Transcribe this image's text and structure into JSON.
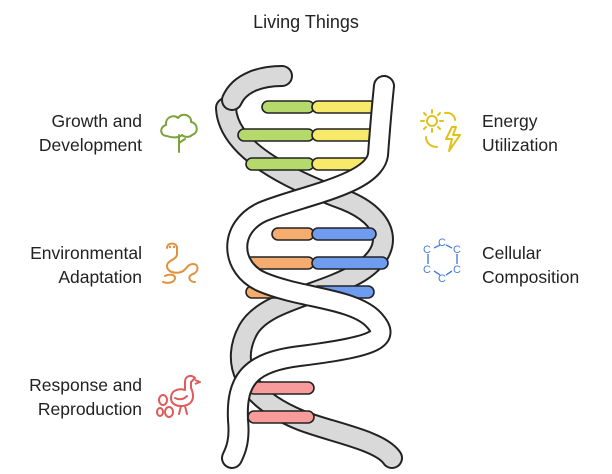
{
  "title": "Living Things",
  "labels": {
    "growth": [
      "Growth and",
      "Development"
    ],
    "energy": [
      "Energy",
      "Utilization"
    ],
    "environment": [
      "Environmental",
      "Adaptation"
    ],
    "cellular": [
      "Cellular",
      "Composition"
    ],
    "response": [
      "Response and",
      "Reproduction"
    ]
  },
  "icons": {
    "growth": "tree-icon",
    "energy": "sun-lightning-icon",
    "environment": "worm-icon",
    "cellular": "carbon-ring-icon",
    "response": "bird-eggs-icon",
    "cellular_ring_letter": "C"
  },
  "colors": {
    "green": "#b5d96a",
    "yellow": "#f7e96a",
    "orange": "#f5ac6e",
    "blue": "#6f9cef",
    "pink": "#f79b9b",
    "growth_icon": "#7da23c",
    "energy_icon": "#e0c21c",
    "environment_icon": "#e0913d",
    "cellular_icon": "#4a7fdc",
    "response_icon": "#e05a5a"
  }
}
